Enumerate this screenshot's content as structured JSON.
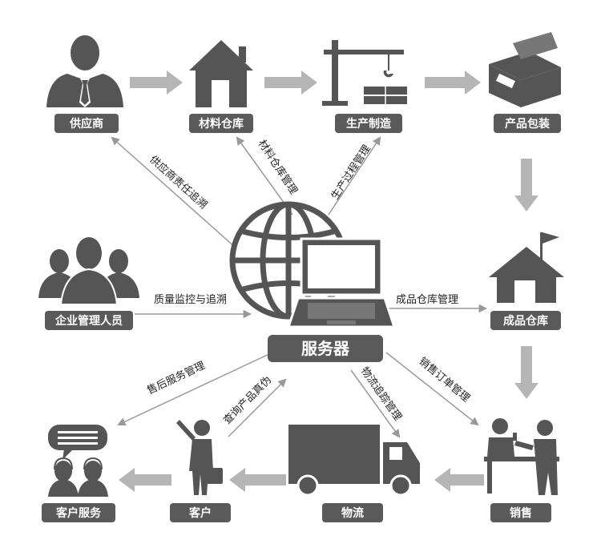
{
  "nodes": {
    "supplier": "供应商",
    "material_warehouse": "材料仓库",
    "production": "生产制造",
    "packaging": "产品包装",
    "management": "企业管理人员",
    "server": "服务器",
    "finished_warehouse": "成品仓库",
    "customer_service": "客户服务",
    "customer": "客户",
    "logistics": "物流",
    "sales": "销售"
  },
  "edges": {
    "supplier_trace": "供应商责任追溯",
    "material_mgmt": "材料仓库管理",
    "production_mgmt": "生产过程管理",
    "quality": "质量监控与追溯",
    "finished_mgmt": "成品仓库管理",
    "after_sales": "售后服务管理",
    "query": "查询产品真伪",
    "logistics_track": "物流追踪管理",
    "sales_order": "销售订单管理"
  },
  "colors": {
    "dark": "#555555",
    "arrow": "#b5b5b5",
    "label_bg": "#5a5a5a"
  }
}
